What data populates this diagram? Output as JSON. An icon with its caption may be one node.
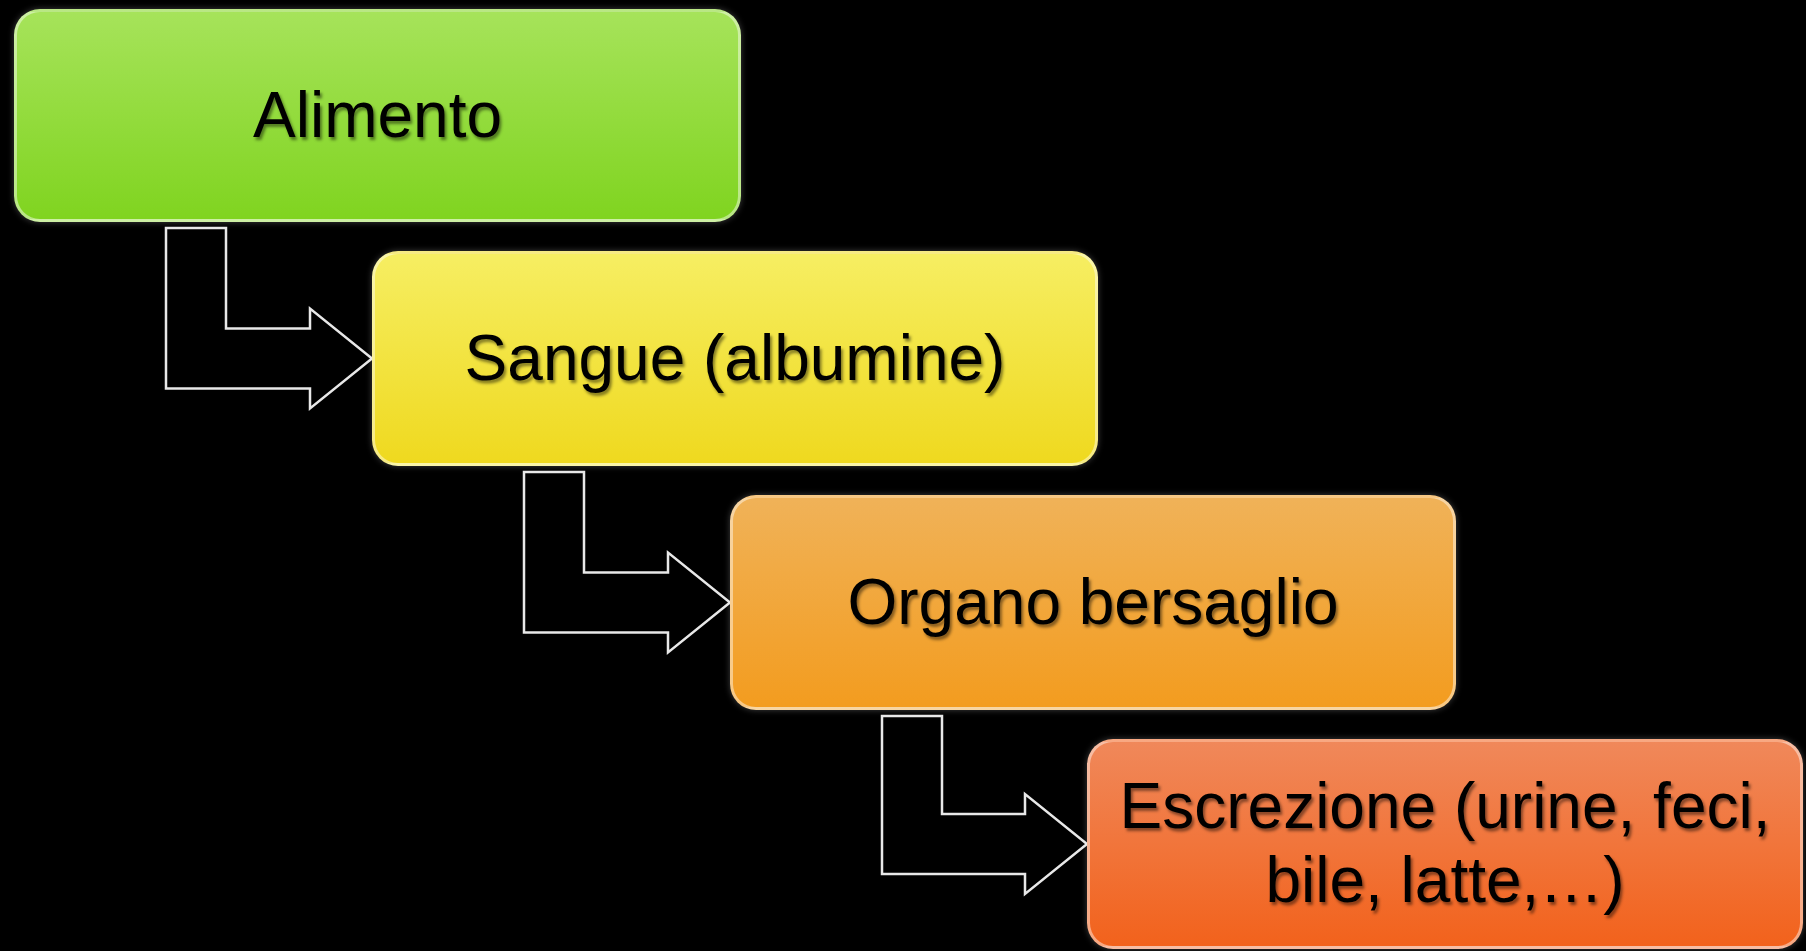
{
  "diagram": {
    "nodes": [
      {
        "text": [
          "Alimento"
        ]
      },
      {
        "text": [
          "Sangue (albumine)"
        ]
      },
      {
        "text": [
          "Organo bersaglio"
        ]
      },
      {
        "text": [
          "Escrezione (urine, feci, bile, latte,…)"
        ]
      }
    ],
    "edges": [
      {
        "from": 0,
        "to": 1,
        "arrow": "to"
      },
      {
        "from": 1,
        "to": 2,
        "arrow": "to"
      },
      {
        "from": 2,
        "to": 3,
        "arrow": "to"
      }
    ]
  }
}
